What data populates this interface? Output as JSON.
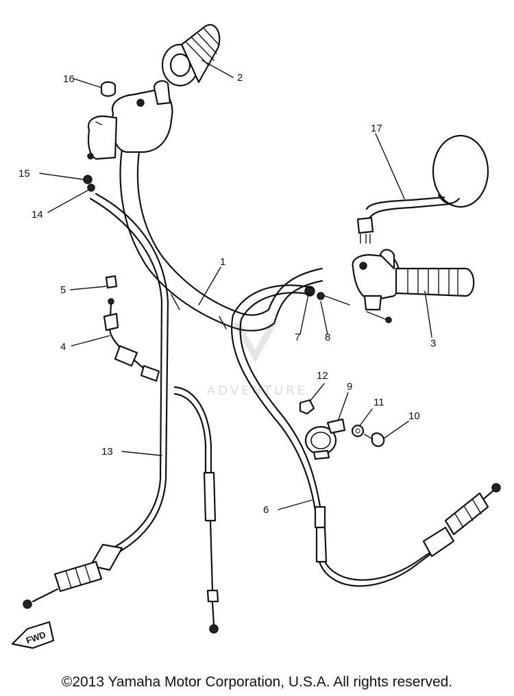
{
  "diagram": {
    "callouts": [
      "1",
      "2",
      "3",
      "4",
      "5",
      "6",
      "7",
      "8",
      "9",
      "10",
      "11",
      "12",
      "13",
      "14",
      "15",
      "16",
      "17"
    ],
    "watermark": "ADVENTURE",
    "direction_marker": "FWD"
  },
  "footer": {
    "copyright": "©2013 Yamaha Motor Corporation, U.S.A. All rights reserved."
  }
}
